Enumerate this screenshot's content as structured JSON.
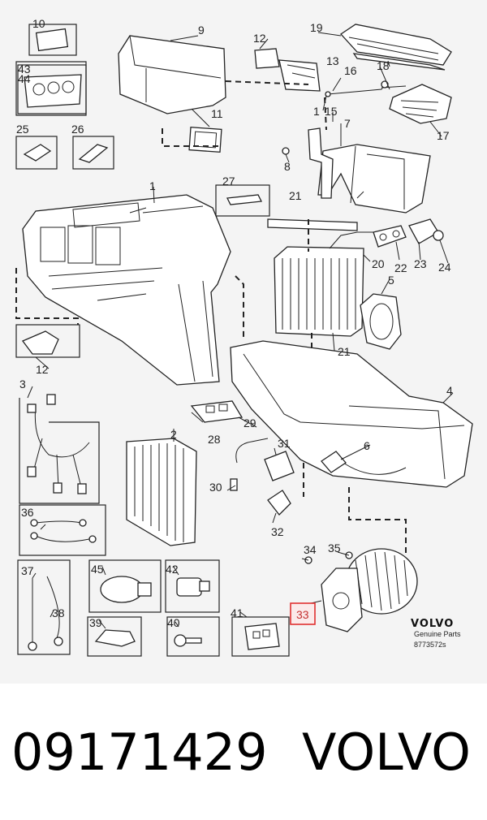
{
  "diagram": {
    "callouts": {
      "n1": "1",
      "n2": "2",
      "n3": "3",
      "n4": "4",
      "n5": "5",
      "n6": "6",
      "n7": "7",
      "n8": "8",
      "n9": "9",
      "n10": "10",
      "n11": "11",
      "n12a": "12",
      "n12b": "12",
      "n13": "13",
      "n14": "1",
      "n15": "15",
      "n16": "16",
      "n17": "17",
      "n18": "18",
      "n19": "19",
      "n20": "20",
      "n21a": "21",
      "n21b": "21",
      "n22": "22",
      "n23": "23",
      "n24": "24",
      "n25": "25",
      "n26": "26",
      "n27": "27",
      "n28": "28",
      "n29": "29",
      "n30": "30",
      "n31": "31",
      "n32": "32",
      "n33": "33",
      "n34": "34",
      "n35": "35",
      "n36": "36",
      "n37": "37",
      "n38": "38",
      "n39": "39",
      "n40": "40",
      "n41": "41",
      "n42": "42",
      "n43": "43",
      "n44": "44",
      "n45": "45"
    },
    "highlight_color": "#e03030",
    "stamp": {
      "brand": "VOLVO",
      "line1": "Genuine Parts",
      "line2": "8773572s"
    }
  },
  "caption": {
    "part_number": "09171429",
    "brand": "VOLVO"
  }
}
